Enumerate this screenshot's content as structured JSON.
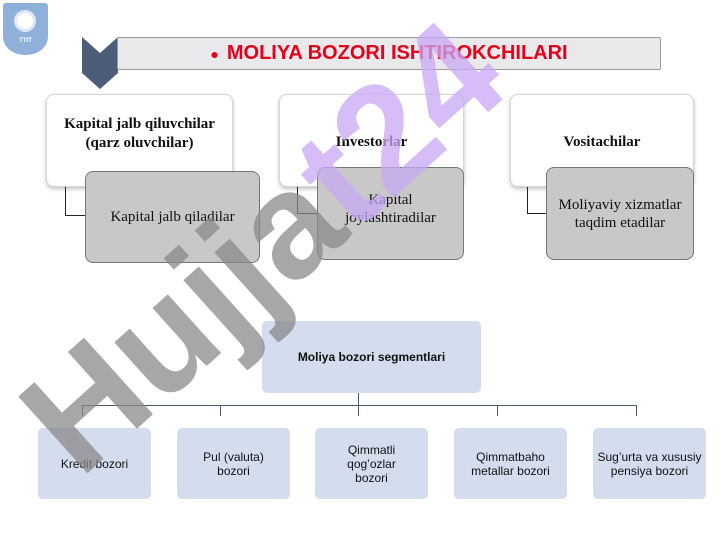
{
  "logo": {
    "text": "TTIT"
  },
  "title": "MOLIYA BOZORI ISHTIROKCHILARI",
  "participants": [
    {
      "title": "Kapital jalb qiluvchilar (qarz oluvchilar)",
      "desc": "Kapital jalb qiladilar"
    },
    {
      "title": "Investorlar",
      "desc": "Kapital joylashtiradilar"
    },
    {
      "title": "Vositachilar",
      "desc": "Moliyaviy xizmatlar taqdim etadilar"
    }
  ],
  "segments": {
    "root": "Moliya bozori segmentlari",
    "items": [
      "Kredit bozori",
      "Pul (valuta) bozori",
      "Qimmatli qog’ozlar bozori",
      "Qimmatbaho metallar bozori",
      "Sug’urta va xususiy pensiya bozori"
    ]
  },
  "watermark": {
    "part1": "Hujja",
    "part2": "t24"
  },
  "colors": {
    "title": "#e8001a",
    "segment": "#d3ddee",
    "watermark_gray": "#8a8a8a",
    "watermark_violet": "#c9a8f5"
  }
}
